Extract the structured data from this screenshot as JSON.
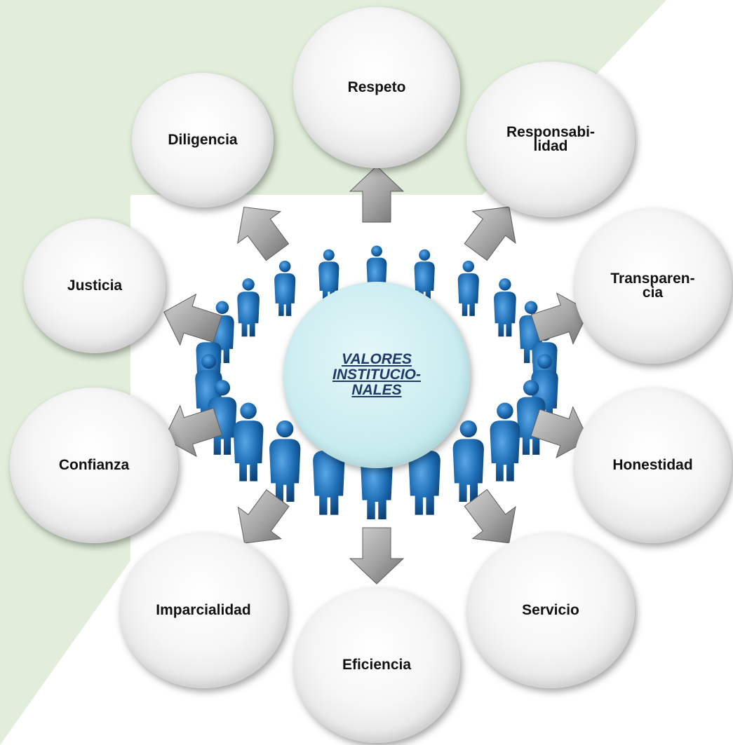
{
  "center": {
    "title": "VALORES\nINSTITUCIO-\nNALES"
  },
  "values": [
    {
      "key": "respeto",
      "label": "Respeto"
    },
    {
      "key": "responsabilidad",
      "label": "Responsabi-\nlidad"
    },
    {
      "key": "transparencia",
      "label": "Transparen-\ncia"
    },
    {
      "key": "honestidad",
      "label": "Honestidad"
    },
    {
      "key": "servicio",
      "label": "Servicio"
    },
    {
      "key": "eficiencia",
      "label": "Eficiencia"
    },
    {
      "key": "imparcialidad",
      "label": "Imparcialidad"
    },
    {
      "key": "confianza",
      "label": "Confianza"
    },
    {
      "key": "justicia",
      "label": "Justicia"
    },
    {
      "key": "diligencia",
      "label": "Diligencia"
    }
  ],
  "colors": {
    "background_green": "#e2eedb",
    "figure_blue": "#1f6fb6",
    "arrow_gray": "#9a9a9a",
    "center_fill": "#c9ecef",
    "center_text": "#1f3a68"
  }
}
